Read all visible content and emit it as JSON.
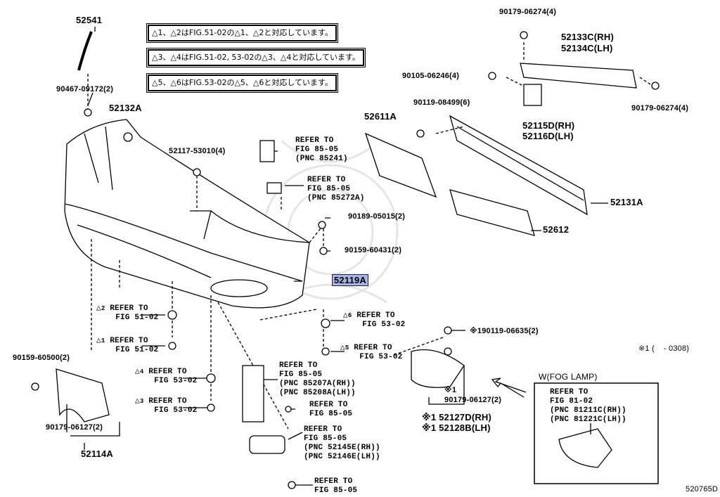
{
  "notes": [
    "△1、△2はFIG.51-02の△1、△2と対応しています。",
    "△3、△4はFIG.51-02, 53-02の△3、△4と対応しています。",
    "△5、△6はFIG.53-02の△5、△6と対応しています。"
  ],
  "parts": {
    "p52541": "52541",
    "p90467": "90467-09172(2)",
    "p52132A": "52132A",
    "p52117": "52117-53010(4)",
    "p90189": "90189-05015(2)",
    "p90159_60431": "90159-60431(2)",
    "p52119A": "52119A",
    "p90159_60500": "90159-60500(2)",
    "p90179_06127_left": "90179-06127(2)",
    "p52114A": "52114A",
    "p90179_06274_top": "90179-06274(4)",
    "p52133C": "52133C(RH)",
    "p52134C": "52134C(LH)",
    "p90105": "90105-06246(4)",
    "p90119": "90119-08499(6)",
    "p52611A": "52611A",
    "p52115D": "52115D(RH)",
    "p52116D": "52116D(LH)",
    "p90179_06274_right": "90179-06274(4)",
    "p52131A": "52131A",
    "p52612": "52612",
    "p90119_06635": "※190119-06635(2)",
    "p90179_06127_right_mark": "※1",
    "p90179_06127_right": "90179-06127(2)",
    "p52127D": "※1 52127D(RH)",
    "p52128B": "※1 52128B(LH)"
  },
  "refs": {
    "r85241": [
      "REFER TO",
      "FIG 85-05",
      "(PNC 85241)"
    ],
    "r85272A": [
      "REFER TO",
      "FIG 85-05",
      "(PNC 85272A)"
    ],
    "r2": {
      "num": "2",
      "lines": [
        "REFER TO",
        "FIG 51-02"
      ]
    },
    "r1": {
      "num": "1",
      "lines": [
        "REFER TO",
        "FIG 51-02"
      ]
    },
    "r4": {
      "num": "4",
      "lines": [
        "REFER TO",
        "FIG 53-02"
      ]
    },
    "r3": {
      "num": "3",
      "lines": [
        "REFER TO",
        "FIG 53-02"
      ]
    },
    "r6": {
      "num": "6",
      "lines": [
        "REFER TO",
        "FIG 53-02"
      ]
    },
    "r5": {
      "num": "5",
      "lines": [
        "REFER TO",
        "FIG 53-02"
      ]
    },
    "r85207": [
      "REFER TO",
      "FIG 85-05",
      "(PNC 85207A(RH))",
      "(PNC 85208A(LH))"
    ],
    "rbolt1": [
      "REFER TO",
      "FIG 85-05"
    ],
    "r52145": [
      "REFER TO",
      "FIG 85-05",
      "(PNC 52145E(RH))",
      "(PNC 52146E(LH))"
    ],
    "rbolt2": [
      "REFER TO",
      "FIG 85-05"
    ]
  },
  "fog": {
    "title": "W(FOG LAMP)",
    "lines": [
      "REFER TO",
      "FIG 81-02",
      "(PNC 81211C(RH))",
      "(PNC 81221C(LH))"
    ]
  },
  "footnote": "※1 (    - 0308)",
  "diagram_id": "520765D",
  "highlight_color": "#a6b4e6"
}
